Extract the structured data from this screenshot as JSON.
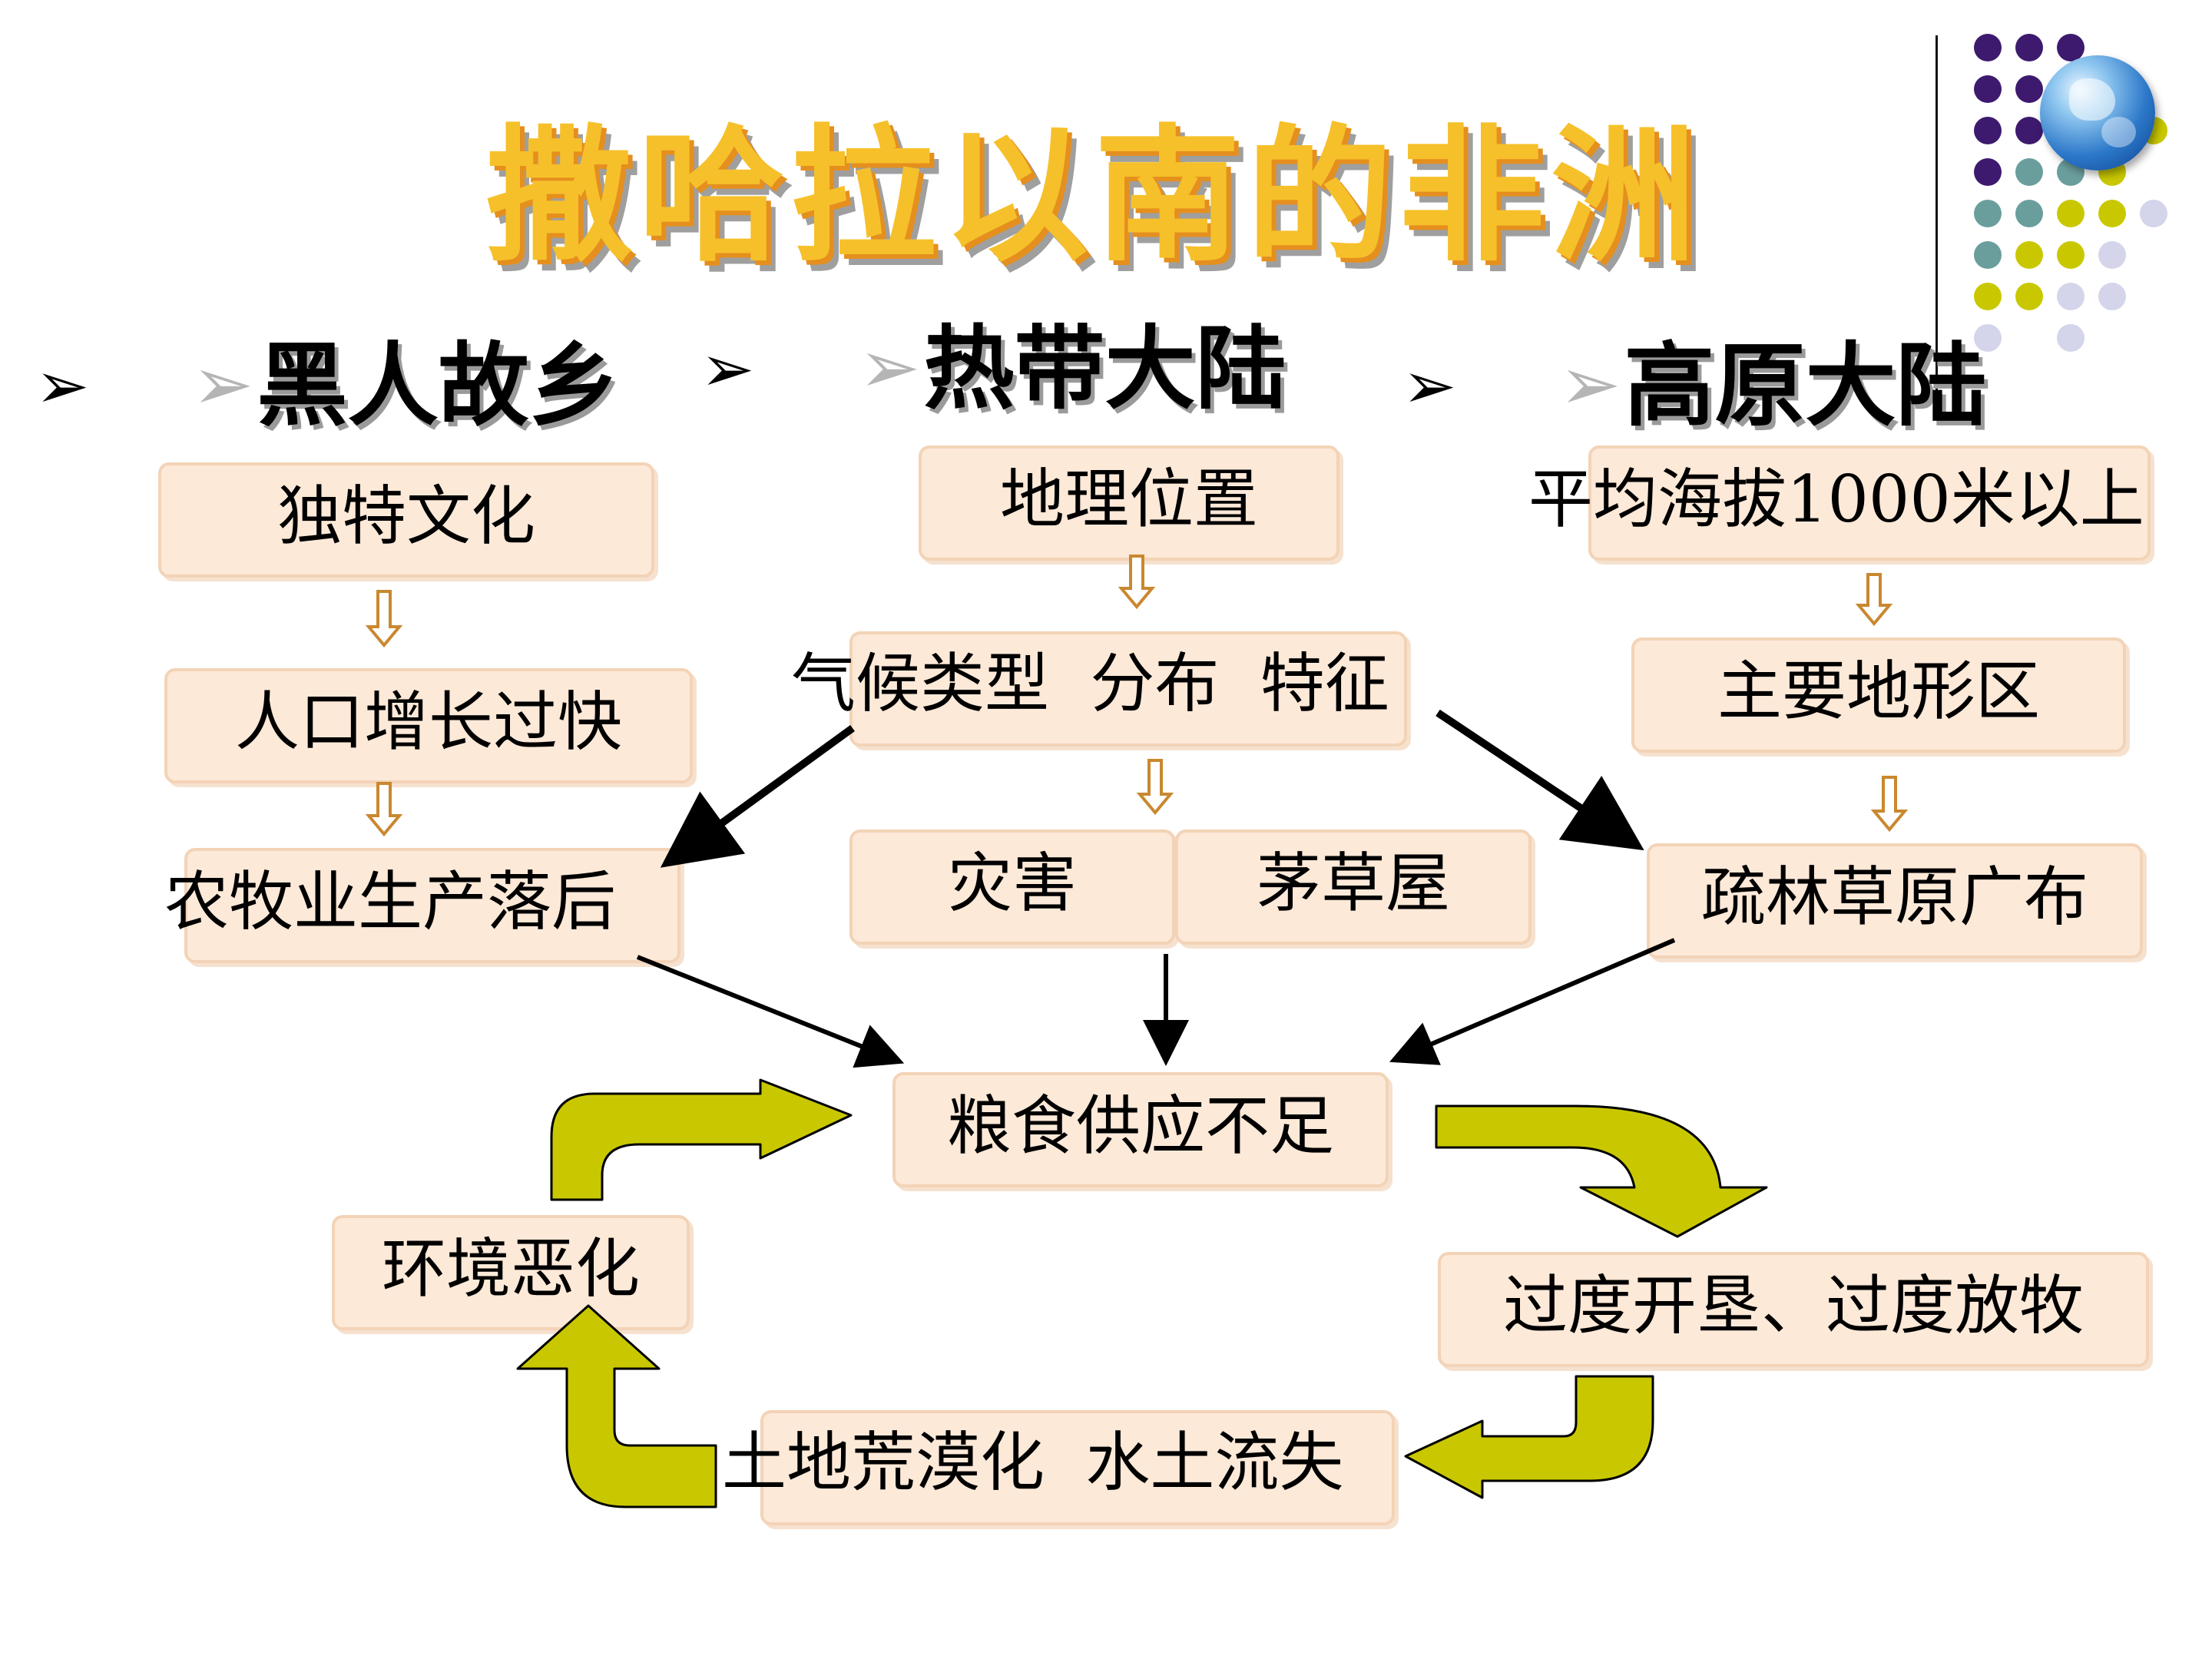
{
  "title": "撒哈拉以南的非洲",
  "bullet_symbol": "➢",
  "colors": {
    "title_fill": "#f6c02a",
    "title_shadow": "#e58f1e",
    "box_fill": "#fde9d8",
    "box_border": "#f3d3b7",
    "arrow_outline": "#c9882f",
    "cycle_arrow_fill": "#c9c800",
    "dot_purple": "#3d1a6e",
    "dot_teal": "#6a9e9c",
    "dot_yellow": "#c9c800",
    "dot_lavender": "#d4d4ea"
  },
  "headings": {
    "left": "黑人故乡",
    "middle": "热带大陆",
    "right": "高原大陆"
  },
  "boxes": {
    "culture": "独特文化",
    "population": "人口增长过快",
    "agriculture": "农牧业生产落后",
    "location": "地理位置",
    "climate": "气候类型  分布  特征",
    "disaster": "灾害",
    "hut": "茅草屋",
    "altitude": "平均海拔1000米以上",
    "landform": "主要地形区",
    "savanna": "疏林草原广布",
    "food": "粮食供应不足",
    "overuse": "过度开垦、过度放牧",
    "desertification": "土地荒漠化  水土流失",
    "environment": "环境恶化"
  },
  "decorations": {
    "icons": [
      "globe-icon",
      "dot-grid"
    ]
  }
}
